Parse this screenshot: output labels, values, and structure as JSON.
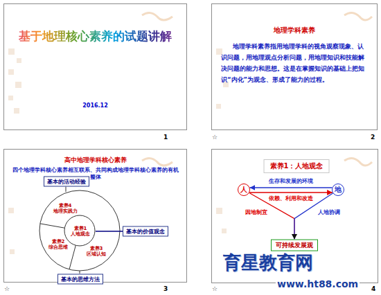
{
  "diagram": {
    "nodes": [
      {
        "text": [
          "基于地理核心素养的试题讲解",
          "2016.12"
        ]
      },
      {
        "text": [
          "地理学科素养",
          "地理学科素养指用地理学科的视角观察现象、认识问题，用地理观点分析问题，用地理知识和技能解决问题的能力和思想。这是在掌握知识的基础上把知识“内化”为观念、形成了能力的过程。"
        ]
      },
      {
        "text": [
          "高中地理学科核心素养",
          "四个地理学科核心素养相互联系、共同构成地理学科核心素养的有机整体"
        ]
      },
      {
        "text": [
          "基本的活动经验"
        ],
        "in": 2
      },
      {
        "text": [
          "素养4",
          "地理实践力"
        ],
        "in": 2
      },
      {
        "text": [
          "素养1",
          "人地观念"
        ],
        "in": 2
      },
      {
        "text": [
          "基本的价值观念"
        ],
        "in": 2
      },
      {
        "text": [
          "素养2",
          "综合思维"
        ],
        "in": 2
      },
      {
        "text": [
          "素养3",
          "区域认知"
        ],
        "in": 2
      },
      {
        "text": [
          "基本的思维方法"
        ],
        "in": 2
      },
      {
        "text": [
          "素养1：人地观念"
        ]
      },
      {
        "text": [
          "人"
        ]
      },
      {
        "text": [
          "地"
        ]
      },
      {
        "text": [
          "可持续发展观"
        ]
      }
    ],
    "edges": [
      {
        "from": 5,
        "to": 6,
        "arrow": "none"
      },
      {
        "from": 11,
        "to": 12,
        "label": "依赖、利用和改造",
        "arrow": "to"
      },
      {
        "from": 12,
        "to": 11,
        "label": "生存和发展的环境",
        "arrow": "to"
      },
      {
        "from": 11,
        "to": 13,
        "label": "因地制宜",
        "arrow": "to"
      },
      {
        "from": 12,
        "to": 13,
        "label": "人地协调",
        "arrow": "to"
      }
    ],
    "labels": [
      "1",
      "☆",
      "2",
      "☆",
      "3",
      "☆",
      "4",
      "育星教育网",
      "www.ht88.com"
    ]
  }
}
